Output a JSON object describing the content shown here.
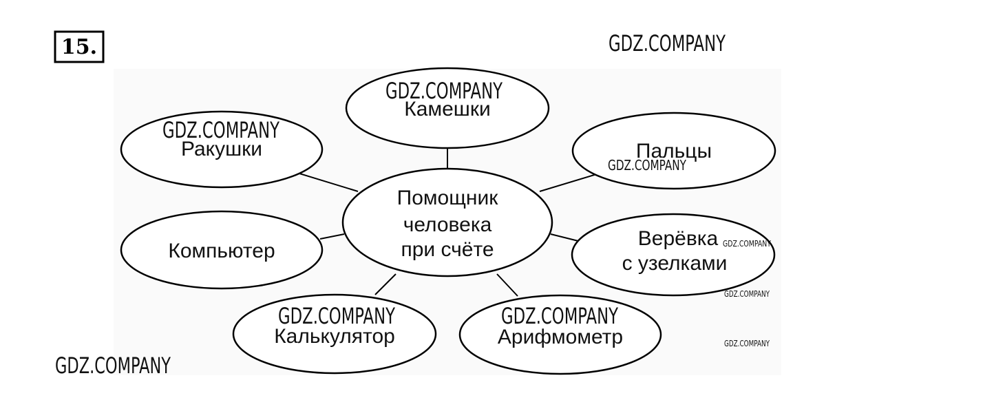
{
  "task": {
    "number": "15."
  },
  "diagram": {
    "center": {
      "lines": [
        "Помощник",
        "человека",
        "при счёте"
      ]
    },
    "nodes": [
      {
        "id": "kameshki",
        "lines": [
          "Камешки"
        ]
      },
      {
        "id": "rakushki",
        "lines": [
          "Ракушки"
        ]
      },
      {
        "id": "paltsy",
        "lines": [
          "Пальцы"
        ]
      },
      {
        "id": "kompyuter",
        "lines": [
          "Компьютер"
        ]
      },
      {
        "id": "verevka",
        "lines": [
          "Верёвка",
          "с узелками"
        ]
      },
      {
        "id": "kalkulyator",
        "lines": [
          "Калькулятор"
        ]
      },
      {
        "id": "arifmometr",
        "lines": [
          "Арифмометр"
        ]
      }
    ]
  },
  "watermark": {
    "text": "GDZ.COMPANY"
  },
  "colors": {
    "stroke": "#000000",
    "text": "#111111"
  }
}
